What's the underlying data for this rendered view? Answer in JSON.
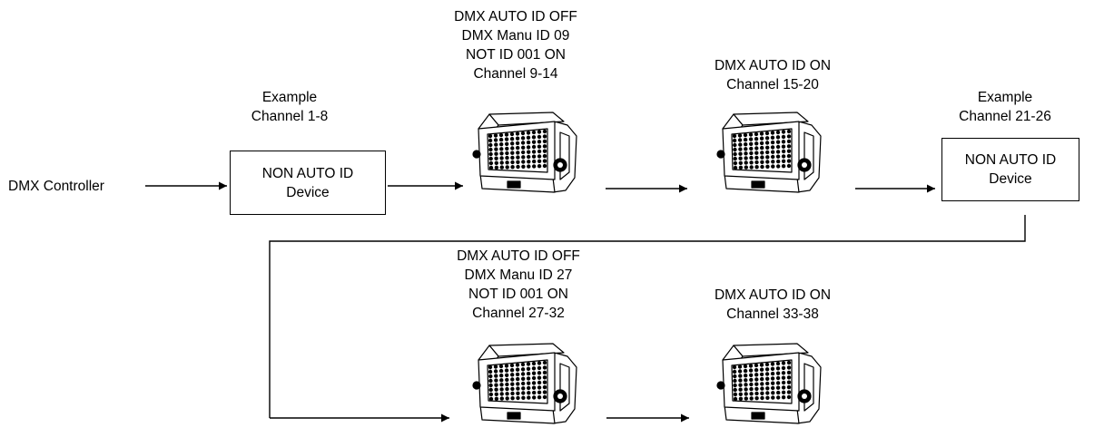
{
  "controller": {
    "label": "DMX Controller"
  },
  "device_left": {
    "caption": [
      "Example",
      "Channel 1-8"
    ],
    "box": [
      "NON AUTO ID",
      "Device"
    ]
  },
  "device_right": {
    "caption": [
      "Example",
      "Channel 21-26"
    ],
    "box": [
      "NON AUTO ID",
      "Device"
    ]
  },
  "fixtures": [
    {
      "lines": [
        "DMX AUTO ID OFF",
        "DMX Manu ID 09",
        "NOT ID 001 ON",
        "Channel 9-14"
      ]
    },
    {
      "lines": [
        "DMX AUTO ID ON",
        "Channel 15-20"
      ]
    },
    {
      "lines": [
        "DMX AUTO ID OFF",
        "DMX Manu ID 27",
        "NOT ID 001 ON",
        "Channel 27-32"
      ]
    },
    {
      "lines": [
        "DMX AUTO ID ON",
        "Channel 33-38"
      ]
    }
  ],
  "icons": {
    "fixture": "led-flood-light-icon",
    "arrow": "arrow-right-icon"
  }
}
